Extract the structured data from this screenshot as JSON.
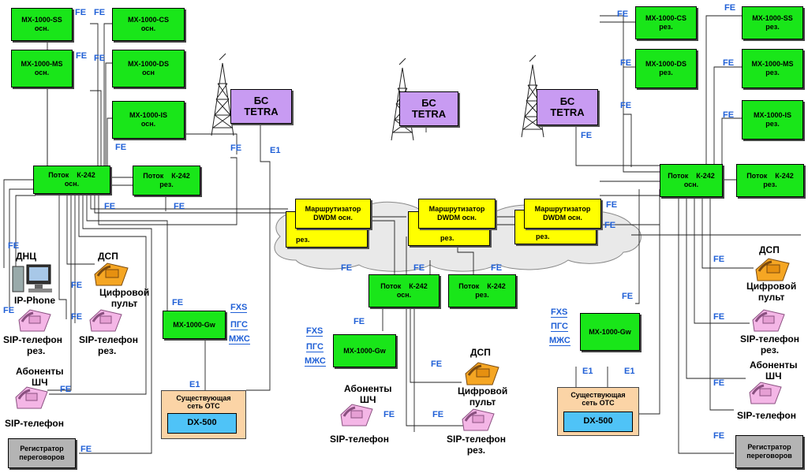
{
  "mx": {
    "cs_main": [
      "MX-1000-CS",
      "осн."
    ],
    "ss_main": [
      "MX-1000-SS",
      "осн."
    ],
    "ms_main": [
      "MX-1000-MS",
      "осн."
    ],
    "ds_main": [
      "MX-1000-DS",
      "осн"
    ],
    "is_main": [
      "MX-1000-IS",
      "осн."
    ],
    "cs_res": [
      "MX-1000-CS",
      "рез."
    ],
    "ss_res": [
      "MX-1000-SS",
      "рез."
    ],
    "ds_res": [
      "MX-1000-DS",
      "рез."
    ],
    "ms_res": [
      "MX-1000-MS",
      "рез."
    ],
    "is_res": [
      "MX-1000-IS",
      "рез."
    ],
    "gw": "MX-1000-Gw"
  },
  "potok": {
    "title": "Поток",
    "model": "К-242",
    "main": "осн.",
    "res": "рез."
  },
  "bs": [
    "БС",
    "TETRA"
  ],
  "router": {
    "line1": "Маршрутизатор",
    "line2": "DWDM осн.",
    "res": "рез."
  },
  "labels": {
    "fe": "FE",
    "e1": "E1",
    "fxs": "FXS",
    "pgs": "ПГС",
    "mzhs": "МЖС",
    "dnc": "ДНЦ",
    "ip_phone": "IP-Phone",
    "dsp": "ДСП",
    "digital_panel": [
      "Цифровой",
      "пульт"
    ],
    "sip_res": [
      "SIP-телефон",
      "рез."
    ],
    "subscribers": [
      "Абоненты",
      "ШЧ"
    ],
    "sip": "SIP-телефон",
    "recorder": [
      "Регистратор",
      "переговоров"
    ],
    "ots": [
      "Существующая",
      "сеть ОТС"
    ],
    "dx": "DX-500"
  },
  "icons": [
    "tower-icon",
    "computer-icon",
    "phone-icon",
    "cloud-shape"
  ],
  "colors": {
    "mx": "#19e619",
    "bs": "#c89bf2",
    "router": "#ffff00",
    "fe_text": "#1f5fd6",
    "dsp_phone": "#f5a623",
    "sip_phone": "#f4b6e6",
    "dx": "#4fc3f7",
    "ots": "#fbd4a6",
    "recorder": "#b4b4b4"
  }
}
